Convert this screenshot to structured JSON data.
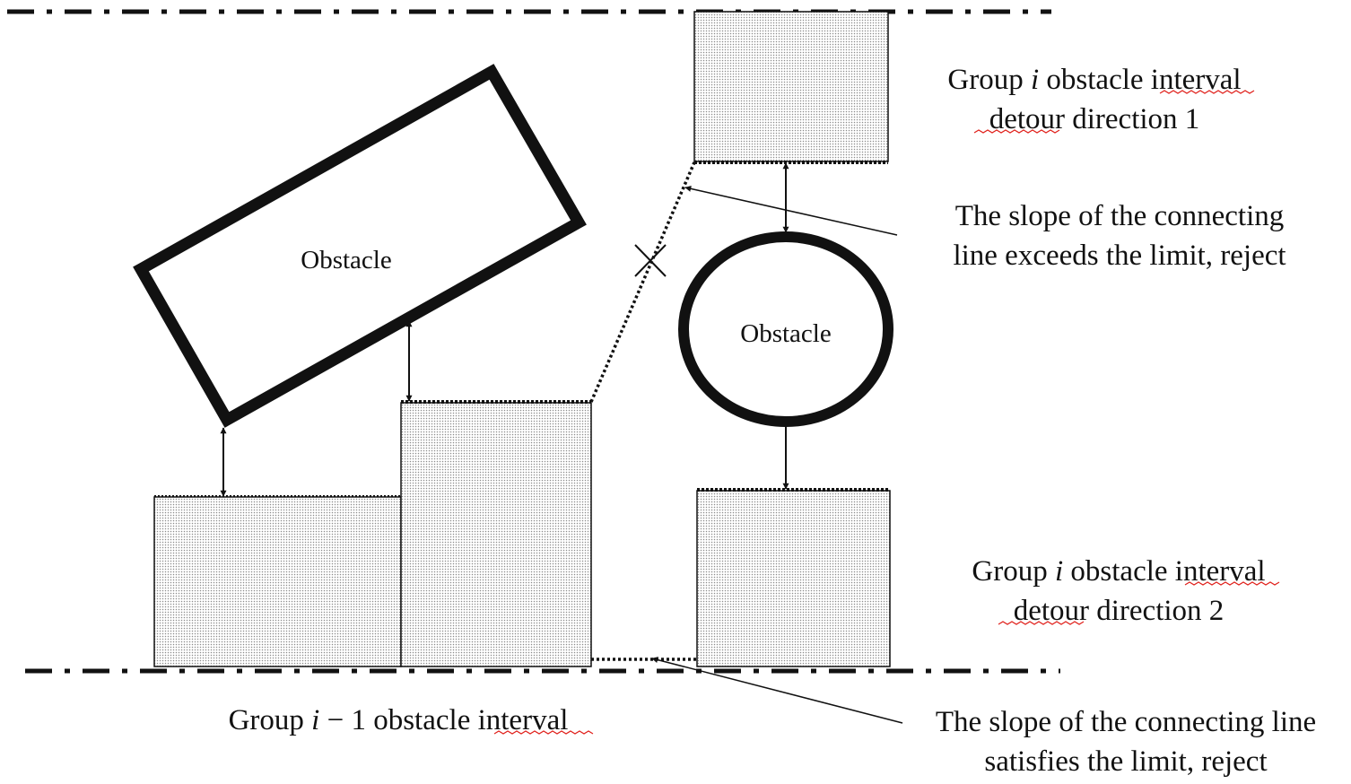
{
  "colors": {
    "ink": "#111111",
    "squiggle": "#e0201b",
    "fill_dots": "#9a9a9a"
  },
  "obstacles": {
    "rect_label": "Obstacle",
    "circle_label": "Obstacle"
  },
  "labels": {
    "dir1": {
      "line1_a": "Group ",
      "line1_i": "i",
      "line1_b": " obstacle ",
      "line1_c": "interval",
      "line2_a": "detour",
      "line2_b": " direction 1"
    },
    "dir2": {
      "line1_a": "Group ",
      "line1_i": "i",
      "line1_b": " obstacle ",
      "line1_c": "interval",
      "line2_a": "detour",
      "line2_b": " direction 2"
    },
    "prev": {
      "a": "Group ",
      "i": "i",
      "minus": " − 1",
      "b": " obstacle ",
      "c": "interval"
    },
    "exceeds": {
      "line1": "The slope of the connecting",
      "line2": "line exceeds the limit, reject"
    },
    "satisfies": {
      "line1": "The slope of the connecting line",
      "line2": "satisfies the limit, reject"
    }
  }
}
